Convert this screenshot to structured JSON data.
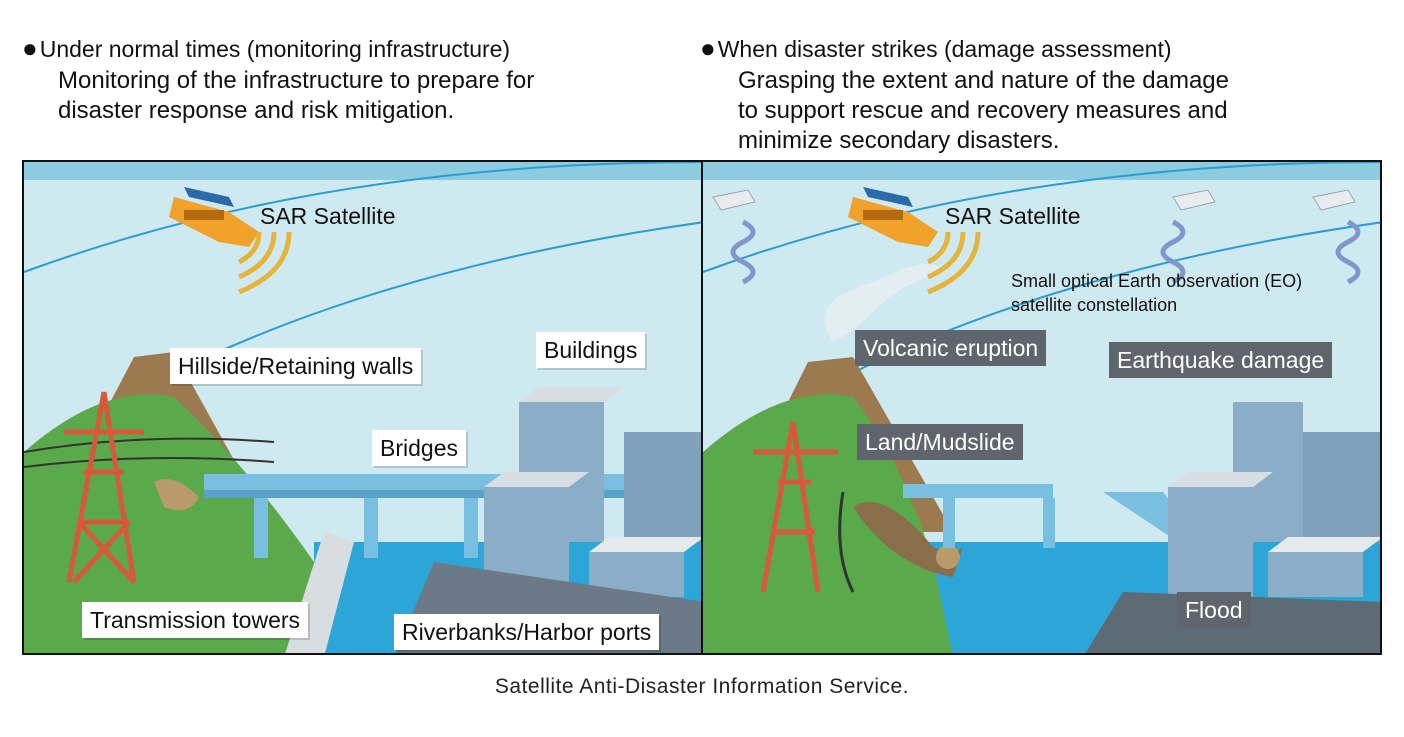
{
  "left": {
    "heading": "Under normal times (monitoring infrastructure)",
    "description_lines": [
      "Monitoring of the infrastructure to prepare for",
      "disaster response and risk mitigation."
    ],
    "labels": {
      "satellite": "SAR Satellite",
      "hillside": "Hillside/Retaining walls",
      "buildings": "Buildings",
      "bridges": "Bridges",
      "towers": "Transmission towers",
      "riverbanks": "Riverbanks/Harbor ports"
    }
  },
  "right": {
    "heading": "When disaster strikes (damage assessment)",
    "description_lines": [
      "Grasping the extent and nature of the damage",
      "to support rescue and recovery measures and",
      "minimize secondary disasters."
    ],
    "labels": {
      "satellite": "SAR Satellite",
      "optical_line1": "Small optical Earth observation (EO)",
      "optical_line2": "satellite constellation",
      "volcanic": "Volcanic eruption",
      "earthquake": "Earthquake damage",
      "landslide": "Land/Mudslide",
      "flood": "Flood"
    }
  },
  "caption": "Satellite Anti-Disaster Information Service.",
  "icons": [
    "bullet-dot-icon",
    "sar-satellite-icon",
    "radar-wave-icon",
    "optical-satellite-icon",
    "transmission-tower-icon"
  ],
  "colors": {
    "sky": "#cfe9f1",
    "mountain_green": "#5aa94a",
    "mountain_brown": "#9c7a4f",
    "bridge": "#79bfe0",
    "building": "#8aaec8",
    "water": "#2ba6d6",
    "tower": "#d9573b",
    "satellite": "#f0a22b",
    "label_dark": "#5e656c"
  }
}
